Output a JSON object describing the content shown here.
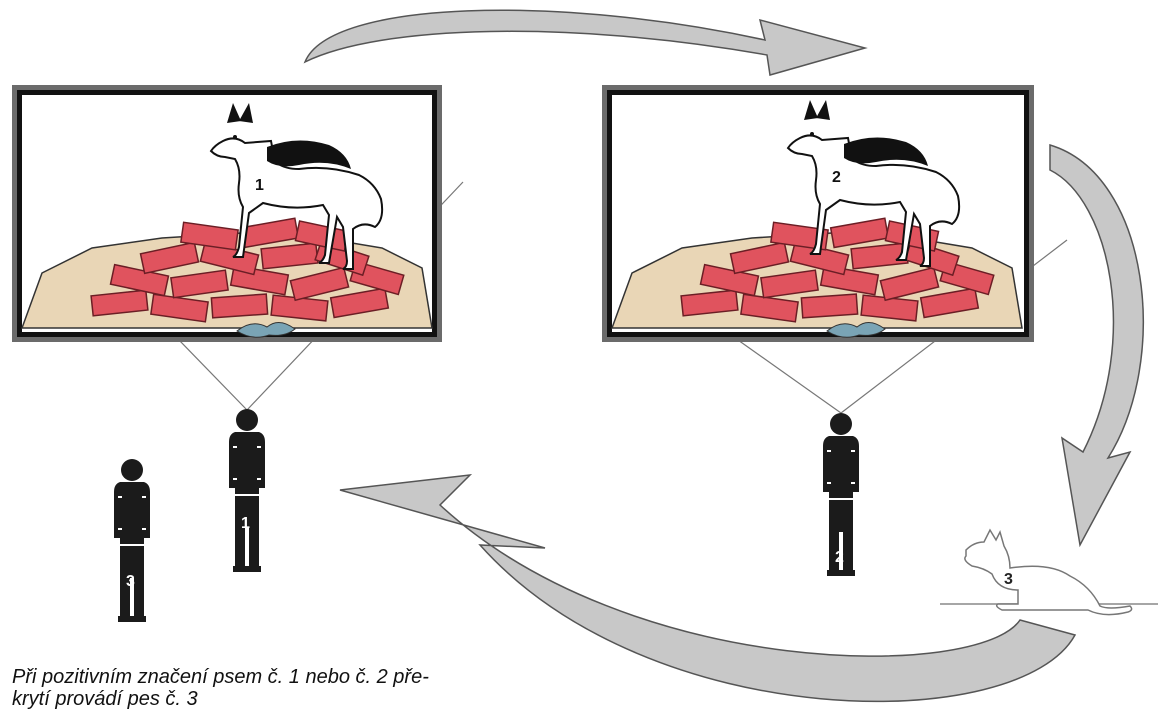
{
  "caption": {
    "line1": "Při pozitivním značení psem č. 1 nebo č. 2 pře-",
    "line2": "krytí provádí pes č. 3"
  },
  "markers": {
    "dog1": "1",
    "dog2": "2",
    "dog3": "3",
    "handler1": "1",
    "handler2": "2",
    "handler3": "3"
  },
  "colors": {
    "brick": "#e0535e",
    "brick_dark": "#a8303a",
    "ground": "#e9d6b6",
    "arrow": "#c8c8c8",
    "frame": "#1a1a1a",
    "figure": "#1b1b1b"
  }
}
